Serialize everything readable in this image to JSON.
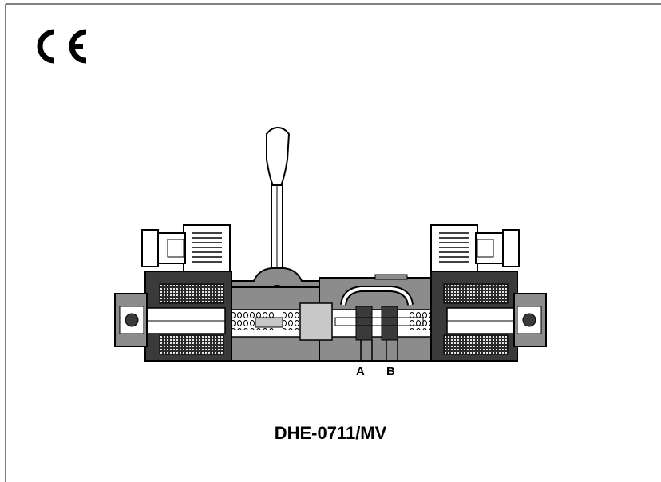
{
  "model": "DHE-0711/MV",
  "ports": {
    "a": "A",
    "b": "B"
  },
  "certification": {
    "mark_icon": "ce-mark-icon"
  },
  "colors": {
    "ink": "#000000",
    "body_gray": "#8c8c8c",
    "light_gray": "#c8c8c8",
    "dark_gray": "#3a3a3a",
    "white": "#ffffff"
  }
}
